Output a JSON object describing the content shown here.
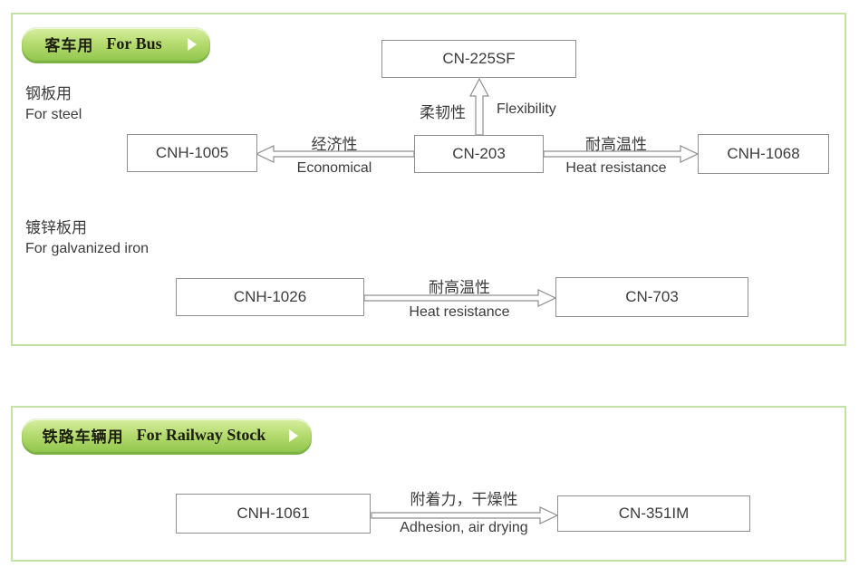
{
  "sections": [
    {
      "title_button": {
        "zh": "客车用",
        "en": "For Bus",
        "icon": "play-icon"
      },
      "groups": [
        {
          "zh": "钢板用",
          "en": "For steel"
        },
        {
          "zh": "镀锌板用",
          "en": "For  galvanized iron"
        }
      ],
      "nodes": [
        {
          "label": "CN-225SF"
        },
        {
          "label": "CNH-1005"
        },
        {
          "label": "CN-203"
        },
        {
          "label": "CNH-1068"
        },
        {
          "label": "CNH-1026"
        },
        {
          "label": "CN-703"
        }
      ],
      "arrows": [
        {
          "from": "CN-203",
          "to": "CN-225SF",
          "direction": "up",
          "zh": "柔韧性",
          "en": "Flexibility"
        },
        {
          "from": "CN-203",
          "to": "CNH-1005",
          "direction": "left",
          "zh": "经济性",
          "en": "Economical"
        },
        {
          "from": "CN-203",
          "to": "CNH-1068",
          "direction": "right",
          "zh": "耐高温性",
          "en": "Heat resistance"
        },
        {
          "from": "CNH-1026",
          "to": "CN-703",
          "direction": "right",
          "zh": "耐高温性",
          "en": "Heat resistance"
        }
      ]
    },
    {
      "title_button": {
        "zh": "铁路车辆用",
        "en": "For Railway Stock",
        "icon": "play-icon"
      },
      "nodes": [
        {
          "label": "CNH-1061"
        },
        {
          "label": "CN-351IM"
        }
      ],
      "arrows": [
        {
          "from": "CNH-1061",
          "to": "CN-351IM",
          "direction": "right",
          "zh": "附着力，干燥性",
          "en": "Adhesion, air drying"
        }
      ]
    }
  ],
  "colors": {
    "panel_border": "#c3e2a6",
    "button_green_light": "#d9efa4",
    "button_green_dark": "#92c74e",
    "button_shadow": "#7cb23f",
    "box_border": "#8f8f8f",
    "arrow_outline": "#8f8f8f",
    "text": "#3b3b3b",
    "button_text": "#1d1d10",
    "play_icon": "#ffffff"
  }
}
